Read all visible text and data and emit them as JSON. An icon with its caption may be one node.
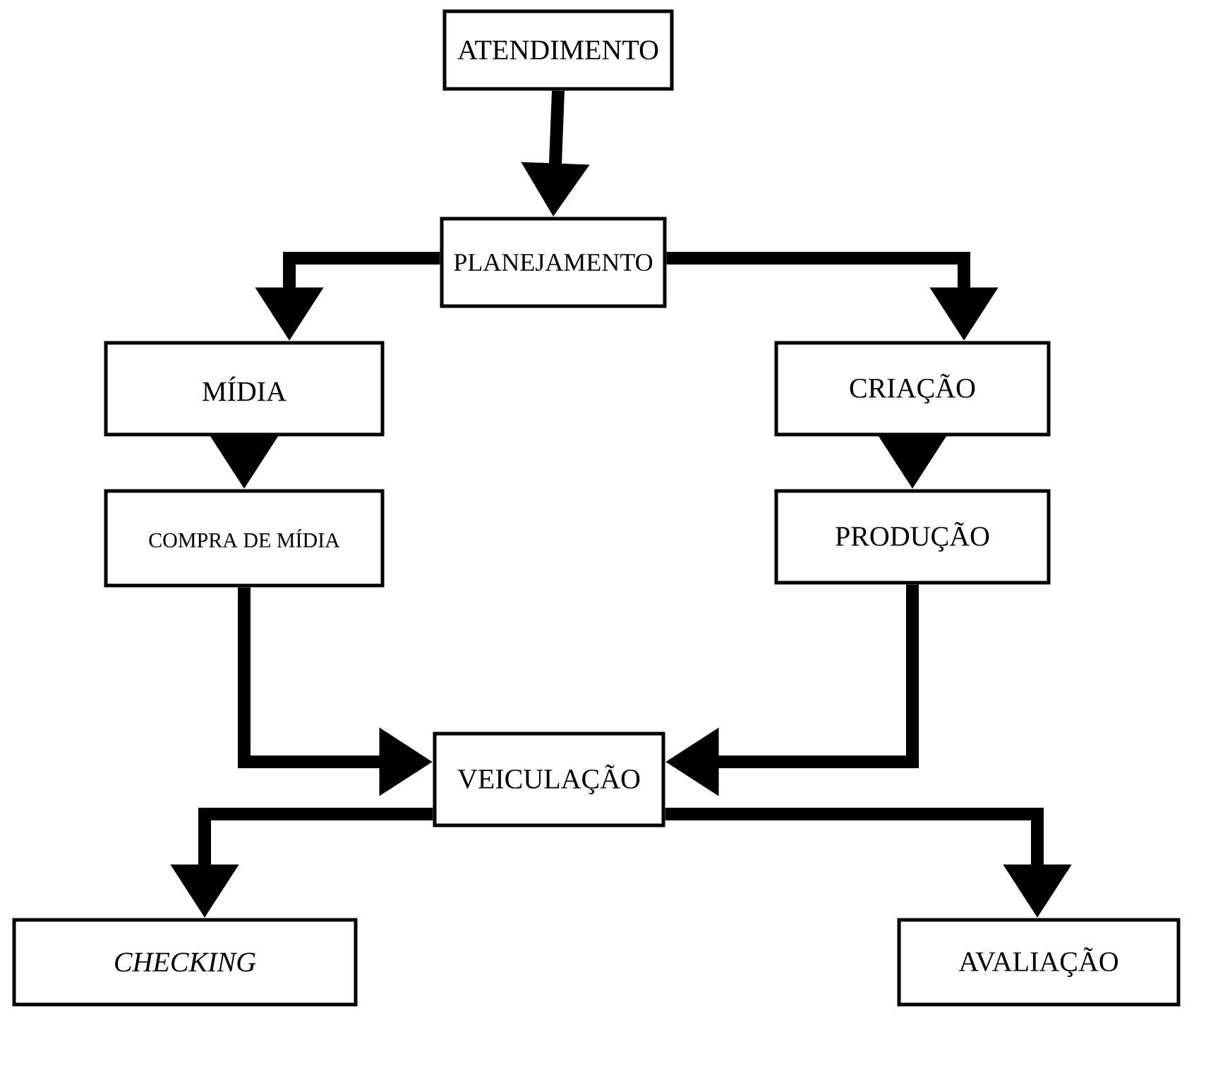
{
  "diagram": {
    "nodes": [
      {
        "text": [
          "ATENDIMENTO"
        ]
      },
      {
        "text": [
          "PLANEJAMENTO"
        ]
      },
      {
        "text": [
          "MÍDIA"
        ]
      },
      {
        "text": [
          "CRIAÇÃO"
        ]
      },
      {
        "text": [
          "COMPRA DE MÍDIA"
        ]
      },
      {
        "text": [
          "PRODUÇÃO"
        ]
      },
      {
        "text": [
          "VEICULAÇÃO"
        ]
      },
      {
        "text": [
          "CHECKING"
        ]
      },
      {
        "text": [
          "AVALIAÇÃO"
        ]
      }
    ],
    "edges": [
      {
        "from": 0,
        "to": 1,
        "arrow": "to"
      },
      {
        "from": 1,
        "to": 2,
        "arrow": "to"
      },
      {
        "from": 1,
        "to": 3,
        "arrow": "to"
      },
      {
        "from": 2,
        "to": 4,
        "arrow": "to"
      },
      {
        "from": 3,
        "to": 5,
        "arrow": "to"
      },
      {
        "from": 4,
        "to": 6,
        "arrow": "to"
      },
      {
        "from": 5,
        "to": 6,
        "arrow": "to"
      },
      {
        "from": 6,
        "to": 7,
        "arrow": "to"
      },
      {
        "from": 6,
        "to": 8,
        "arrow": "to"
      }
    ]
  }
}
